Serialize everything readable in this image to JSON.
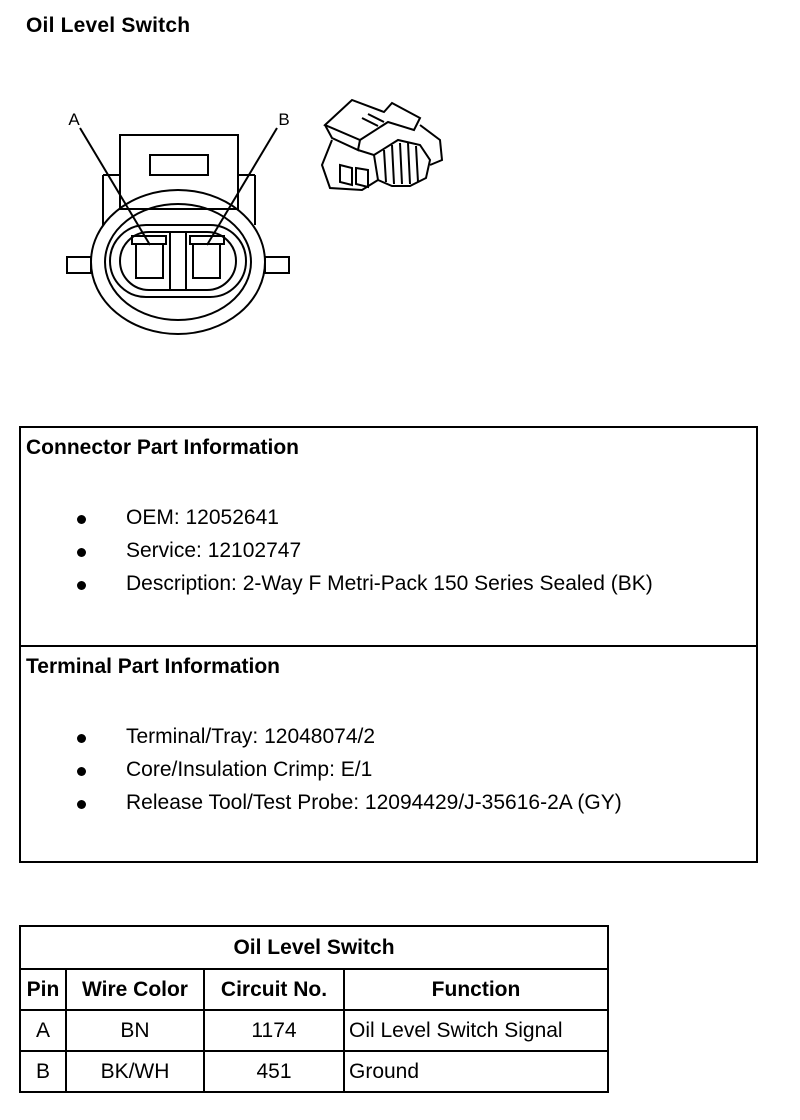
{
  "page": {
    "title": "Oil Level Switch"
  },
  "diagram": {
    "label_a": "A",
    "label_b": "B"
  },
  "connector_info": {
    "heading": "Connector Part Information",
    "items": [
      "OEM: 12052641",
      "Service: 12102747",
      "Description: 2-Way F Metri-Pack 150 Series Sealed (BK)"
    ]
  },
  "terminal_info": {
    "heading": "Terminal Part Information",
    "items": [
      "Terminal/Tray: 12048074/2",
      "Core/Insulation Crimp: E/1",
      "Release Tool/Test Probe: 12094429/J-35616-2A (GY)"
    ]
  },
  "pin_table": {
    "caption": "Oil Level Switch",
    "headers": [
      "Pin",
      "Wire Color",
      "Circuit No.",
      "Function"
    ],
    "rows": [
      [
        "A",
        "BN",
        "1174",
        "Oil Level Switch Signal"
      ],
      [
        "B",
        "BK/WH",
        "451",
        "Ground"
      ]
    ]
  }
}
